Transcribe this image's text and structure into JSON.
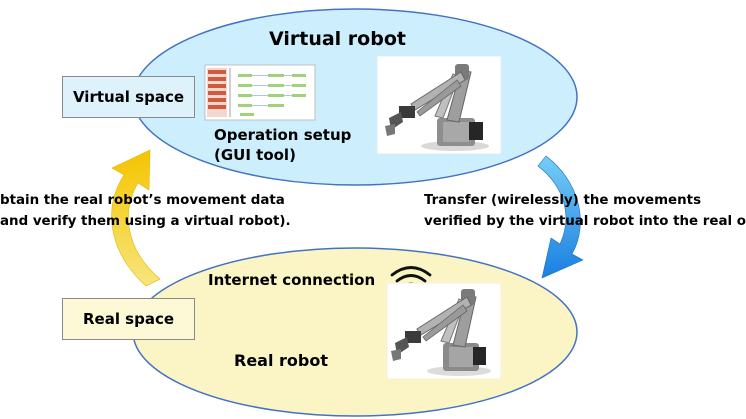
{
  "virtual_robot_title": "Virtual robot",
  "virtual_space_label": "Virtual space",
  "real_space_label": "Real space",
  "operation_setup": {
    "line1": "Operation setup",
    "line2": "(GUI tool)"
  },
  "left_caption": {
    "line1": "btain the real robot’s movement data",
    "line2": "and verify them using a virtual robot)."
  },
  "right_caption": {
    "line1": "Transfer (wirelessly) the movements",
    "line2": "verified by the virtual robot into the real on"
  },
  "internet_connection": "Internet connection",
  "real_robot_title": "Real robot",
  "colors": {
    "virtual_ellipse": "#cdeefc",
    "real_ellipse": "#fbf5c6",
    "ellipse_stroke": "#4472c4",
    "virtual_box": "#ddf2fb",
    "real_box": "#fdf8d6",
    "arrow_up": "#fbd52f",
    "arrow_down": "#1f9be8"
  }
}
